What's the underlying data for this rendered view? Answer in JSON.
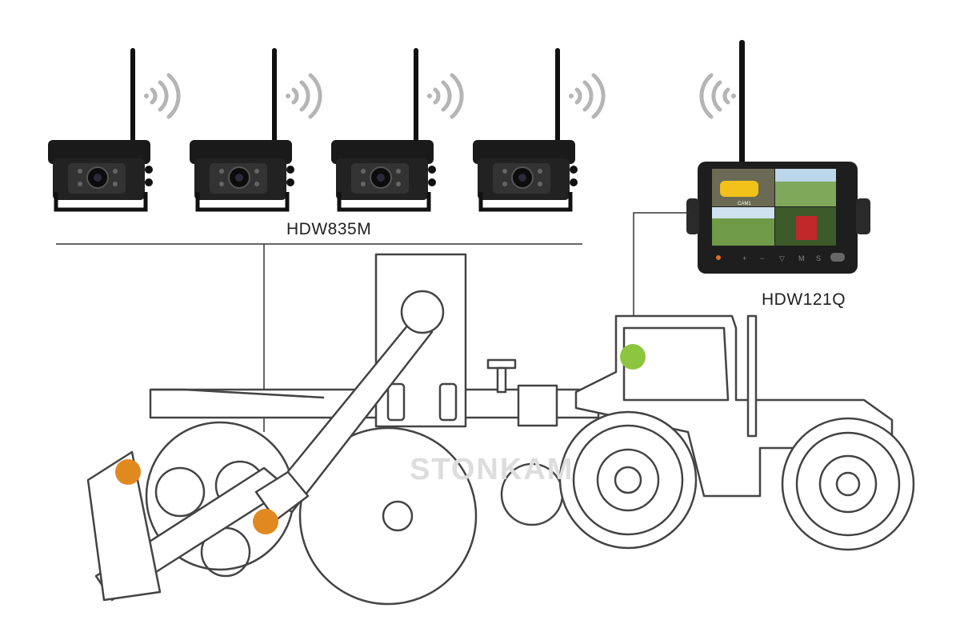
{
  "cameras": {
    "model": "HDW835M",
    "count": 4
  },
  "monitor": {
    "model": "HDW121Q",
    "screen_label": "CAM1",
    "buttons": [
      "+",
      "−",
      "▽",
      "M",
      "S"
    ]
  },
  "watermark": "STONKAM",
  "colors": {
    "camera_marker": "#e0891f",
    "monitor_marker": "#8cc63f",
    "line": "#444444",
    "wifi": "#b5b5b5"
  }
}
